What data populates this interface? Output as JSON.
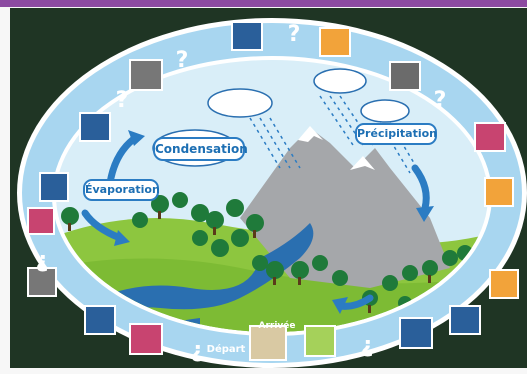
{
  "labels": {
    "condensation": "Condensation",
    "evaporation": "Évaporation",
    "precipitation": "Précipitation",
    "arrivee": "Arrivée",
    "depart": "Départ"
  },
  "track": {
    "question_mark": "?",
    "inverted_question": "¿"
  },
  "colors": {
    "board_bg": "#1f3524",
    "track": "#a8d6f0",
    "track_border": "#ffffff",
    "dark_square": "#2a5f9a",
    "label_text": "#1d6fb3",
    "arrow": "#2b7cc3",
    "grass": "#8dc63f",
    "mountain": "#a5a7aa",
    "river": "#2a6fb0",
    "sky": "#d9eef8"
  },
  "icons": [
    "cloud-icon",
    "rain-icon",
    "arrow-icon",
    "tree-icon",
    "mountain-icon"
  ]
}
